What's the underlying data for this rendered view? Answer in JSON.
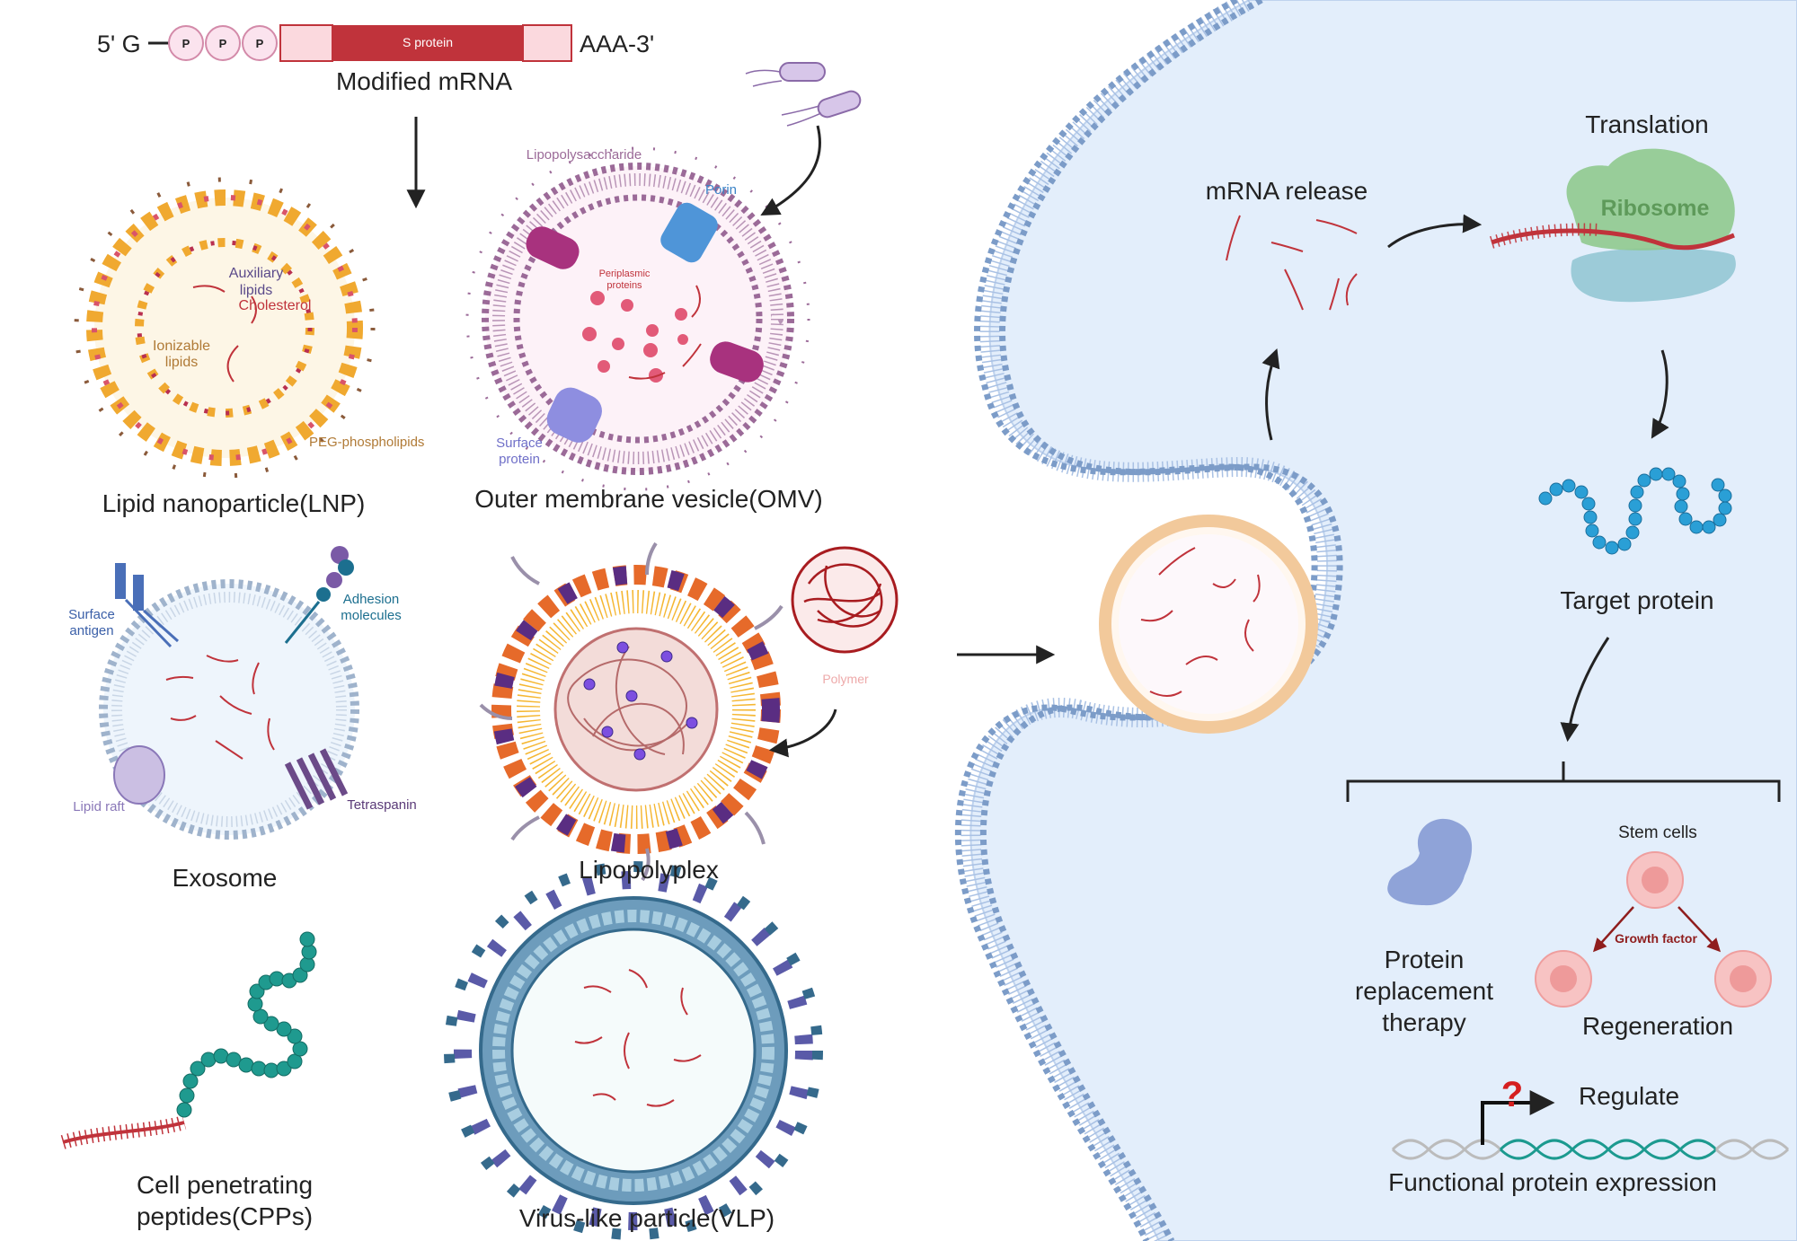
{
  "mrna": {
    "five_prime": "5' G",
    "phosphate": "P",
    "s_protein": "S protein",
    "three_prime": "AAA-3'",
    "title": "Modified mRNA"
  },
  "lnp": {
    "title": "Lipid nanoparticle(LNP)",
    "auxiliary_line1": "Auxiliary",
    "auxiliary_line2": "lipids",
    "cholesterol": "Cholesterol",
    "ionizable_line1": "Ionizable",
    "ionizable_line2": "lipids",
    "peg": "PEG-phospholipids"
  },
  "omv": {
    "title": "Outer membrane vesicle(OMV)",
    "lps": "Lipopolysaccharide",
    "porin": "Porin",
    "periplasmic_line1": "Periplasmic",
    "periplasmic_line2": "proteins",
    "surface_line1": "Surface",
    "surface_line2": "protein"
  },
  "exosome": {
    "title": "Exosome",
    "surface_antigen_line1": "Surface",
    "surface_antigen_line2": "antigen",
    "adhesion_line1": "Adhesion",
    "adhesion_line2": "molecules",
    "lipid_raft": "Lipid raft",
    "tetraspanin": "Tetraspanin"
  },
  "lipopolyplex": {
    "title": "Lipopolyplex",
    "polymer": "Polymer"
  },
  "cpp": {
    "title_line1": "Cell penetrating",
    "title_line2": "peptides(CPPs)"
  },
  "vlp": {
    "title": "Virus-like particle(VLP)"
  },
  "cell": {
    "mrna_release": "mRNA release",
    "translation": "Translation",
    "ribosome": "Ribosome",
    "target_protein": "Target protein",
    "stem_cells": "Stem cells",
    "growth_factor": "Growth factor",
    "regeneration": "Regeneration",
    "prt_line1": "Protein",
    "prt_line2": "replacement",
    "prt_line3": "therapy",
    "question": "?",
    "regulate": "Regulate",
    "functional": "Functional protein expression"
  },
  "colors": {
    "cell_fill": "#e3eefb",
    "membrane_head": "#7c9cc8",
    "mrna": "#c0333b",
    "ribosome_top": "#8fc98e",
    "ribosome_bottom": "#9ccbd8",
    "target_protein": "#2a9fd6",
    "stem_cell": "#f7c3c3",
    "growth_arrow": "#8f1d1d"
  }
}
